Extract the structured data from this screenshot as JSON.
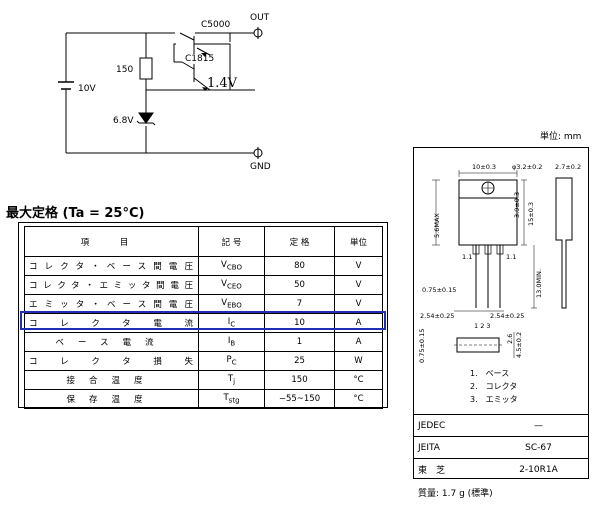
{
  "circuit": {
    "transistor_top": "C5000",
    "transistor_mid": "C1815",
    "out_label": "OUT",
    "gnd_label": "GND",
    "resistor": "150",
    "battery": "10V",
    "zener": "6.8V",
    "out_voltage": "1.4V"
  },
  "ratings": {
    "title": "最大定格 (Ta = 25°C)",
    "headers": {
      "item": "項 目",
      "symbol": "記 号",
      "rating": "定 格",
      "unit": "単位"
    },
    "rows": [
      {
        "item": "コレクタ・ベース間電圧",
        "sym": "V",
        "sub": "CBO",
        "val": "80",
        "unit": "V"
      },
      {
        "item": "コレクタ・エミッタ間電圧",
        "sym": "V",
        "sub": "CEO",
        "val": "50",
        "unit": "V"
      },
      {
        "item": "エミッタ・ベース間電圧",
        "sym": "V",
        "sub": "EBO",
        "val": "7",
        "unit": "V"
      },
      {
        "item": "コレクタ電流",
        "sym": "I",
        "sub": "C",
        "val": "10",
        "unit": "A"
      },
      {
        "item": "ベース電流",
        "sym": "I",
        "sub": "B",
        "val": "1",
        "unit": "A"
      },
      {
        "item": "コレクタ損失",
        "sym": "P",
        "sub": "C",
        "val": "25",
        "unit": "W"
      },
      {
        "item": "接合温度",
        "sym": "T",
        "sub": "j",
        "val": "150",
        "unit": "°C"
      },
      {
        "item": "保存温度",
        "sym": "T",
        "sub": "stg",
        "val": "−55~150",
        "unit": "°C"
      }
    ],
    "highlight_color": "#1e2fb3"
  },
  "package": {
    "unit_label": "単位: mm",
    "dims": {
      "w": "10±0.3",
      "hole": "φ3.2±0.2",
      "t": "2.7±0.2",
      "d1": "3.9±0.3",
      "h": "15±0.3",
      "max": "5.6MAX",
      "pitch": "1.1",
      "lead": "13.0MIN.",
      "lw": "0.75±0.15",
      "p1": "2.54±0.25",
      "p2": "2.54±0.25",
      "nums": "1 2 3",
      "s1": "2.6",
      "s2": "4.5±0.2",
      "bw": "0.75±0.15"
    },
    "pins": [
      "1.　ベース",
      "2.　コレクタ",
      "3.　エミッタ"
    ],
    "standards": [
      {
        "name": "JEDEC",
        "value": "—"
      },
      {
        "name": "JEITA",
        "value": "SC-67"
      },
      {
        "name": "東　芝",
        "value": "2-10R1A"
      }
    ],
    "mass": "質量: 1.7 g (標準)"
  }
}
